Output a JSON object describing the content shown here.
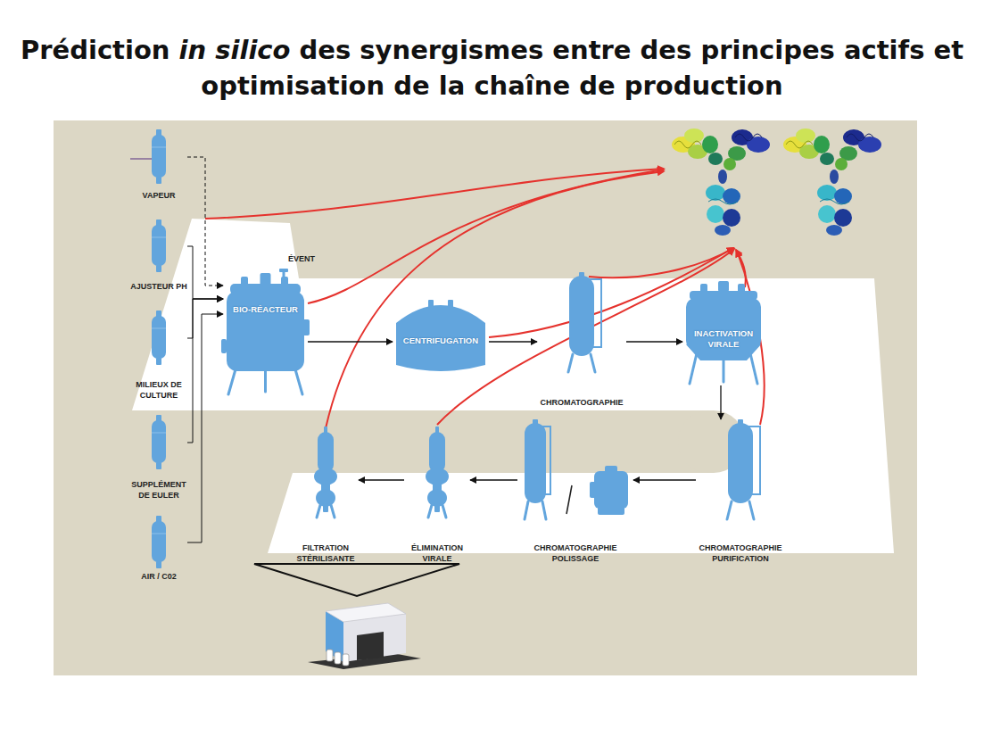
{
  "diagram": {
    "title": "Prédiction in silico des synergismes entre des principes actifs et optimisation de la chaîne de production",
    "nodes": [
      {
        "text": [
          "VAPEUR"
        ]
      },
      {
        "text": [
          "AJUSTEUR PH"
        ]
      },
      {
        "text": [
          "MILIEUX DE CULTURE"
        ]
      },
      {
        "text": [
          "SUPPLÉMENT DE EULER"
        ]
      },
      {
        "text": [
          "AIR / C02"
        ]
      },
      {
        "text": [
          "BIO-RÉACTEUR"
        ]
      },
      {
        "text": [
          "CENTRIFUGATION"
        ]
      },
      {
        "text": [
          "CHROMATOGRAPHIE"
        ]
      },
      {
        "text": [
          "INACTIVATION VIRALE"
        ]
      },
      {
        "text": [
          "CHROMATOGRAPHIE PURIFICATION"
        ]
      },
      {
        "text": [
          "CHROMATOGRAPHIE POLISSAGE"
        ]
      },
      {
        "text": [
          "ÉLIMINATION VIRALE"
        ]
      },
      {
        "text": [
          "FILTRATION STÉRILISANTE"
        ]
      }
    ],
    "edges": [
      {
        "from": 0,
        "to": 5,
        "arrow": "to"
      },
      {
        "from": 1,
        "to": 5,
        "arrow": "to"
      },
      {
        "from": 2,
        "to": 5,
        "arrow": "to"
      },
      {
        "from": 3,
        "to": 5,
        "arrow": "to"
      },
      {
        "from": 4,
        "to": 5,
        "arrow": "to"
      },
      {
        "from": 5,
        "to": 6,
        "arrow": "to"
      },
      {
        "from": 6,
        "to": 7,
        "arrow": "to"
      },
      {
        "from": 7,
        "to": 8,
        "arrow": "to"
      },
      {
        "from": 8,
        "to": 9,
        "arrow": "to"
      },
      {
        "from": 9,
        "to": 10,
        "arrow": "to"
      },
      {
        "from": 10,
        "to": 11,
        "arrow": "to"
      },
      {
        "from": 11,
        "to": 12,
        "arrow": "to"
      }
    ],
    "labels": [
      "ÉVENT"
    ]
  }
}
